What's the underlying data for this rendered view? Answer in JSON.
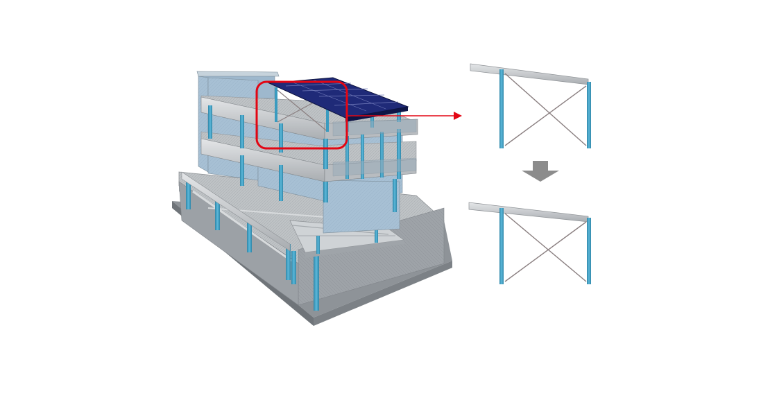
{
  "colors": {
    "background": "#ffffff",
    "highlight": "#e30613",
    "column": "#3a9bbf",
    "beam": "#c9cdd0",
    "brace": "#8a7f80",
    "roof": "#1f2a78",
    "wall": "#a9c3d6",
    "slab": "#c2c4c7",
    "process_arrow": "#8c8c8c"
  },
  "figure": {
    "left_image": "building-3d-structural-model",
    "right_top_image": "braced-frame-detail-before",
    "right_bottom_image": "braced-frame-detail-after",
    "callout_icon": "red-arrow-icon",
    "process_icon": "down-arrow-icon"
  }
}
